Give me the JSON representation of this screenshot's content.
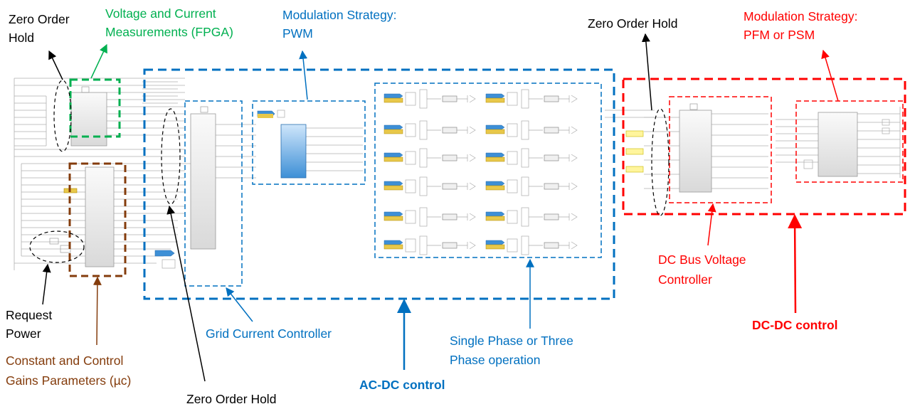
{
  "colors": {
    "black": "#000000",
    "green": "#00b050",
    "brown": "#843c0c",
    "blue": "#0070c0",
    "red": "#ff0000",
    "block_gray": "#999999",
    "block_fill": "#f5f5f5",
    "block_blue": "#3d8fd6",
    "block_gold": "#e8c84a",
    "block_yellow": "#fff59d"
  },
  "labels": {
    "zoh_top_left_1": "Zero Order",
    "zoh_top_left_2": "Hold",
    "voltage_meas_1": "Voltage and Current",
    "voltage_meas_2": "Measurements (FPGA)",
    "mod_pwm_1": "Modulation Strategy:",
    "mod_pwm_2": "PWM",
    "zoh_top_mid": "Zero Order Hold",
    "mod_pfm_1": "Modulation Strategy:",
    "mod_pfm_2": "PFM or PSM",
    "request_1": "Request",
    "request_2": "Power",
    "constant_1": "Constant and Control",
    "constant_2": "Gains Parameters (µc)",
    "zoh_bottom": "Zero Order Hold",
    "grid_ctrl": "Grid Current Controller",
    "acdc": "AC-DC control",
    "phase_1": "Single Phase or Three",
    "phase_2": "Phase operation",
    "dcbus_1": "DC Bus Voltage",
    "dcbus_2": "Controller",
    "dcdc": "DC-DC control"
  }
}
